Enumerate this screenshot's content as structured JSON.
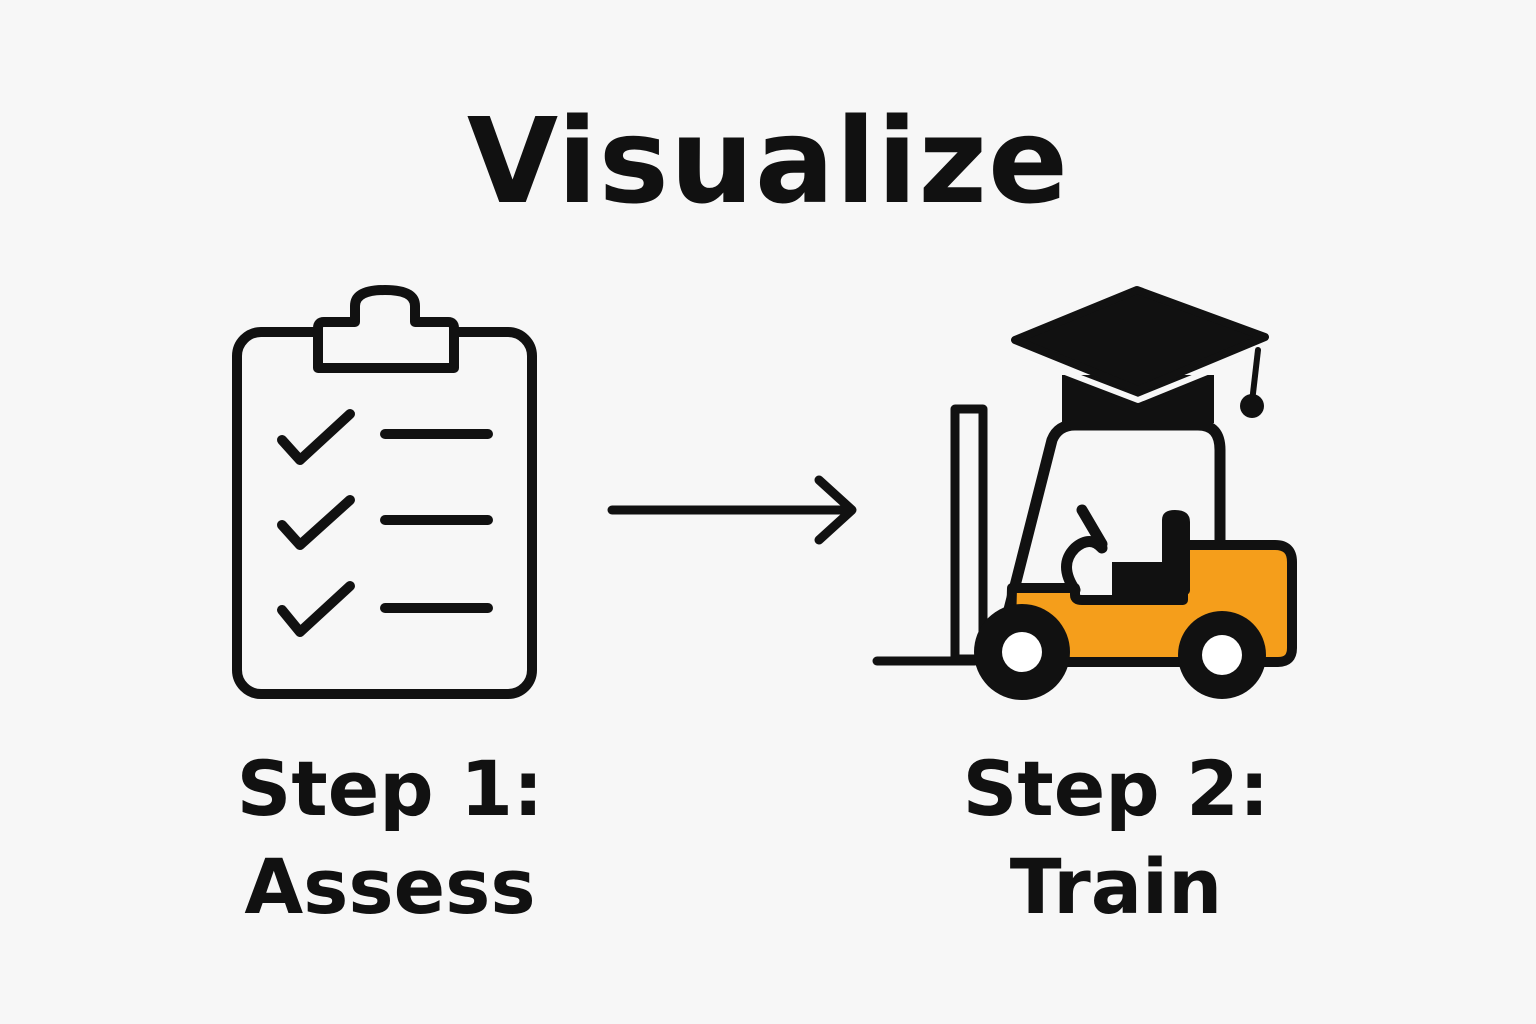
{
  "title": "Visualize",
  "steps": [
    {
      "label": "Step 1:",
      "sublabel": "Assess",
      "icon": "clipboard-checklist-icon"
    },
    {
      "label": "Step 2:",
      "sublabel": "Train",
      "icon": "forklift-graduation-cap-icon"
    }
  ],
  "colors": {
    "ink": "#111111",
    "accent": "#F59E1B",
    "background": "#F7F7F7"
  }
}
